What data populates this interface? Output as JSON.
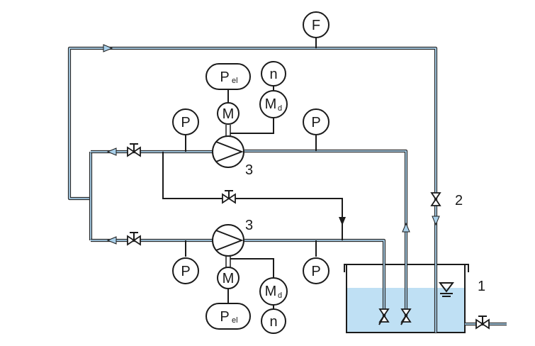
{
  "instruments": {
    "flow": "F",
    "pressure": "P",
    "motor": "M",
    "speed": "n",
    "torque": "M",
    "torque_sub": "d",
    "power": "P",
    "power_sub": "el"
  },
  "labels": {
    "tank": "1",
    "valve": "2",
    "pump_upper": "3",
    "pump_lower": "3"
  },
  "colors": {
    "water": "#bfe0f4",
    "pipe_fill": "#a9d0ea",
    "line": "#1a1a1a"
  }
}
